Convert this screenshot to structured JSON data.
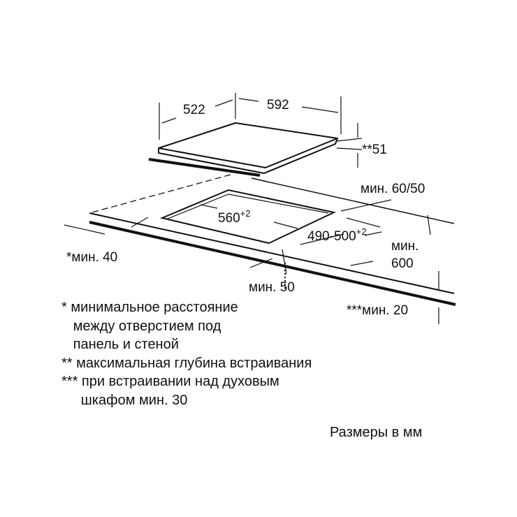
{
  "colors": {
    "ink": "#111111",
    "background": "#ffffff"
  },
  "dimensions": {
    "depth": "522",
    "width": "592",
    "height": "**51",
    "cutout_width": "560",
    "cutout_width_tol": "+2",
    "cutout_depth": "490-500",
    "cutout_depth_tol": "+2",
    "back_clearance": "мин. 60/50",
    "front_min_label": "мин.",
    "front_min_value": "600",
    "side_wall": "*мин. 40",
    "front_edge": "мин. 50",
    "under_gap": "***мин. 20"
  },
  "notes": [
    "* минимальное расстояние",
    "   между отверстием под",
    "   панель и стеной",
    "** максимальная глубина встраивания",
    "*** при встраивании над духовым",
    "     шкафом мин. 30"
  ],
  "units_label": "Размеры в мм"
}
